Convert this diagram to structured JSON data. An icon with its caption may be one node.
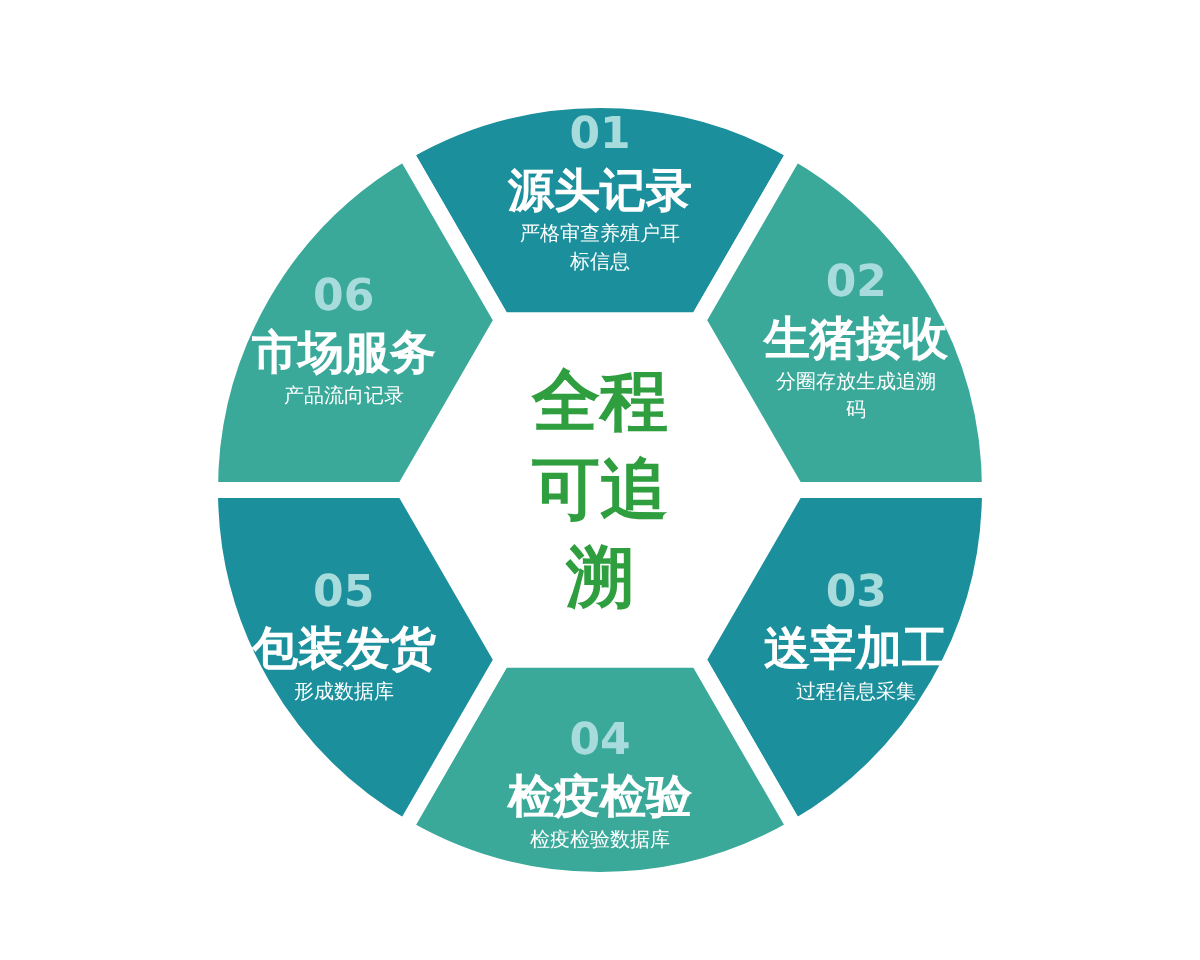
{
  "diagram": {
    "nodes": [
      {
        "text": [
          "全程可追溯"
        ]
      },
      {
        "text": [
          "01",
          "源头记录",
          "严格审查养殖户耳标信息"
        ]
      },
      {
        "text": [
          "02",
          "生猪接收",
          "分圈存放生成追溯码"
        ]
      },
      {
        "text": [
          "03",
          "送宰加工",
          "过程信息采集"
        ]
      },
      {
        "text": [
          "04",
          "检疫检验",
          "检疫检验数据库"
        ]
      },
      {
        "text": [
          "05",
          "包装发货",
          "形成数据库"
        ]
      },
      {
        "text": [
          "06",
          "市场服务",
          "产品流向记录"
        ]
      }
    ]
  }
}
